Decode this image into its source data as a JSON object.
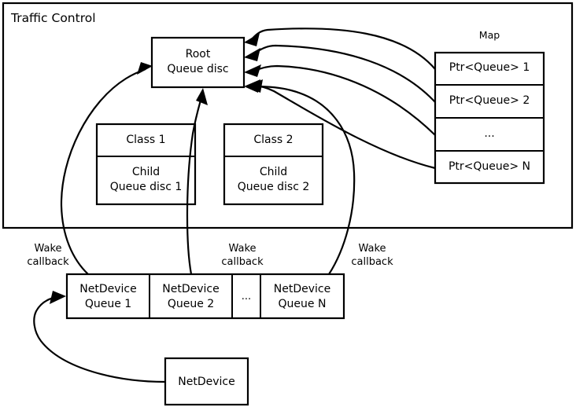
{
  "diagram": {
    "title": "Traffic Control",
    "frame_label": "Traffic Control"
  },
  "root": {
    "line1": "Root",
    "line2": "Queue disc"
  },
  "classes": [
    {
      "header": "Class 1",
      "body_line1": "Child",
      "body_line2": "Queue disc 1"
    },
    {
      "header": "Class 2",
      "body_line1": "Child",
      "body_line2": "Queue disc 2"
    }
  ],
  "map": {
    "title": "Map",
    "entries": [
      "Ptr<Queue> 1",
      "Ptr<Queue> 2",
      "...",
      "Ptr<Queue> N"
    ]
  },
  "netdevice_queues": [
    {
      "line1": "NetDevice",
      "line2": "Queue 1"
    },
    {
      "line1": "NetDevice",
      "line2": "Queue 2"
    },
    {
      "line1": "...",
      "line2": ""
    },
    {
      "line1": "NetDevice",
      "line2": "Queue N"
    }
  ],
  "netdevice": {
    "label": "NetDevice"
  },
  "wake_callbacks": [
    {
      "line1": "Wake",
      "line2": "callback"
    },
    {
      "line1": "Wake",
      "line2": "callback"
    },
    {
      "line1": "Wake",
      "line2": "callback"
    }
  ],
  "colors": {
    "stroke": "#000000",
    "fill": "#ffffff",
    "text": "#000000"
  }
}
